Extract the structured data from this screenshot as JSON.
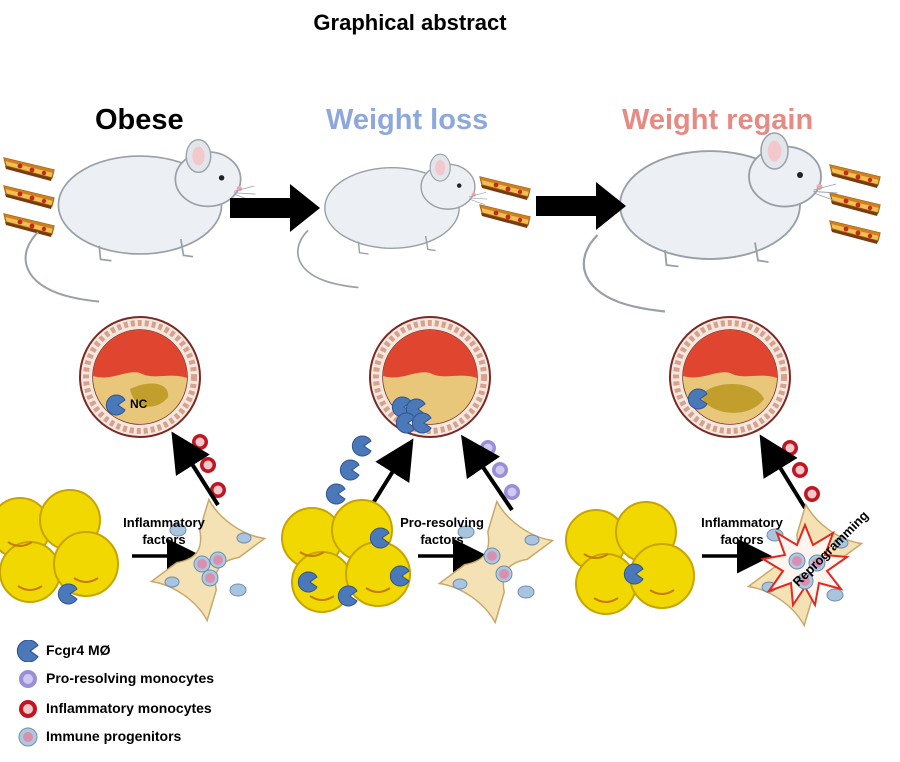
{
  "title": "Graphical abstract",
  "phases": [
    {
      "label": "Obese",
      "color": "#000000"
    },
    {
      "label": "Weight loss",
      "color": "#8ea8dc"
    },
    {
      "label": "Weight regain",
      "color": "#e58b84"
    }
  ],
  "labels": {
    "nc": "NC",
    "inflammatory_1": "Inflammatory factors",
    "pro_resolving": "Pro-resolving factors",
    "inflammatory_2": "Inflammatory factors",
    "reprogramming": "Reprogramming"
  },
  "legend": [
    {
      "label": "Fcgr4 MØ",
      "icon": "macrophage-icon"
    },
    {
      "label": "Pro-resolving monocytes",
      "icon": "pro-resolving-monocyte-icon"
    },
    {
      "label": "Inflammatory monocytes",
      "icon": "inflammatory-monocyte-icon"
    },
    {
      "label": "Immune progenitors",
      "icon": "immune-progenitor-icon"
    }
  ],
  "colors": {
    "macrophage": "#4a78b8",
    "pro_resolving_monocyte": "#9a8ed6",
    "inflammatory_monocyte": "#c01622",
    "immune_progenitor": "#d98fb0",
    "adipocyte": "#f0d800",
    "lumen": "#e0452f",
    "plaque": "#e8c77a",
    "arrow": "#000000"
  }
}
